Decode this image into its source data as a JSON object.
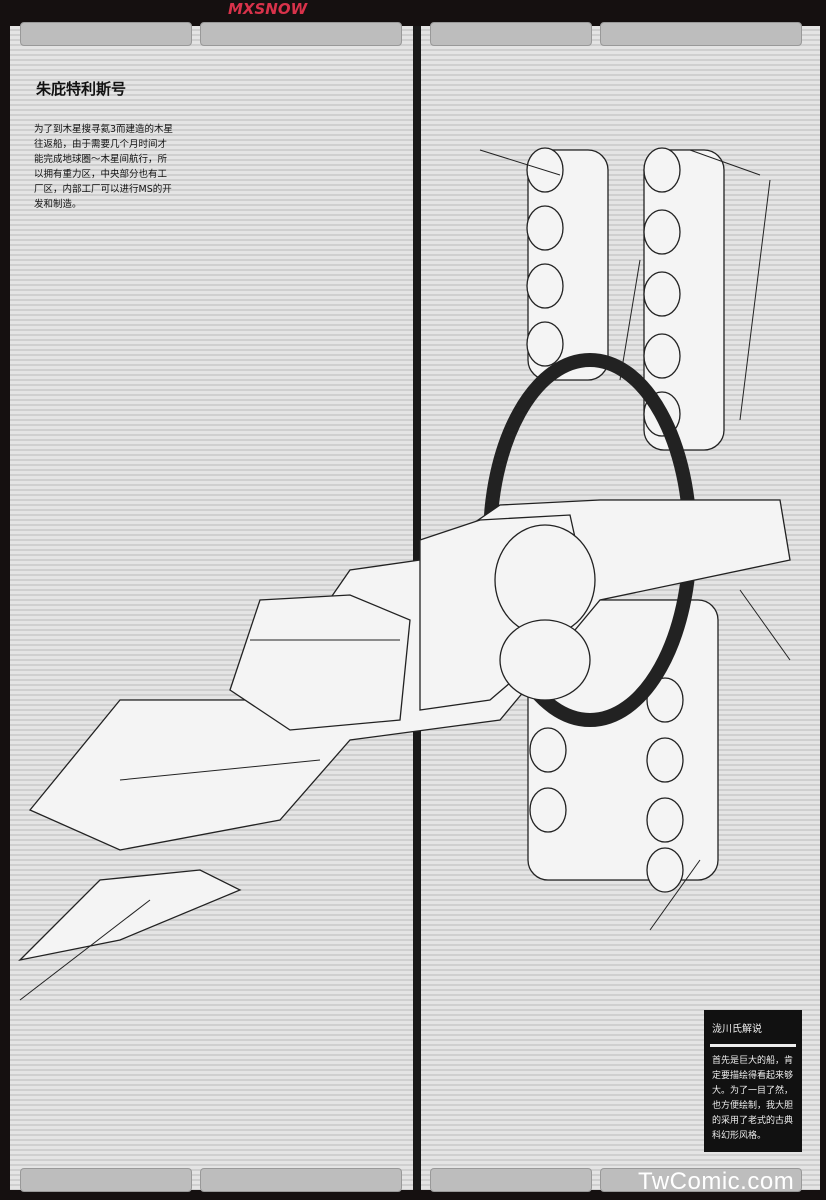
{
  "logo": "MXSNOW",
  "watermark": "TwComic.com",
  "article": {
    "title": "朱庇特利斯号",
    "description": "为了到木星搜寻氦3而建造的木星往返船，由于需要几个月时间才能完成地球圈～木星间航行，所以拥有重力区，中央部分也有工厂区，内部工厂可以进行MS的开发和制造。"
  },
  "commentary": {
    "title": "泷川氏解说",
    "text": "首先是巨大的船，肯定要描绘得看起来够大。为了一目了然，也方便绘制，我大胆的采用了老式的古典科幻形风格。"
  }
}
